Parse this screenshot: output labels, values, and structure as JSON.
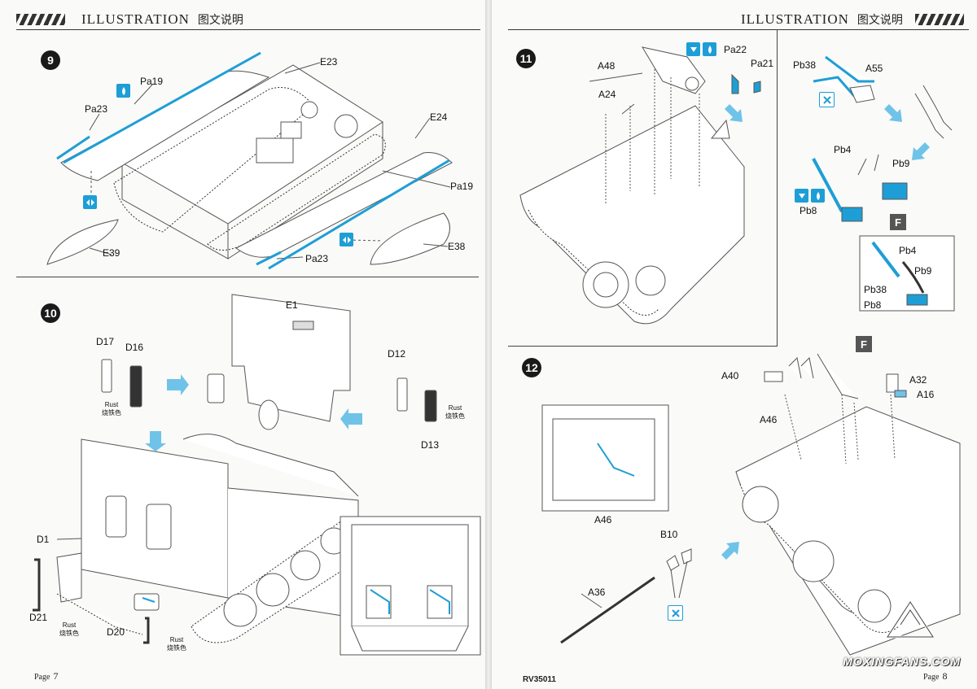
{
  "header": {
    "title": "ILLUSTRATION",
    "title_cn": "图文说明"
  },
  "footer": {
    "page_label": "Page",
    "left_page": "7",
    "right_page": "8",
    "product_code": "RV35011"
  },
  "watermark": "MOXINGFANS.COM",
  "steps": {
    "s9": {
      "number": "9",
      "labels": {
        "pa19_a": "Pa19",
        "pa23_a": "Pa23",
        "e23": "E23",
        "e24": "E24",
        "pa19_b": "Pa19",
        "e39": "E39",
        "e38": "E38",
        "pa23_b": "Pa23"
      }
    },
    "s10": {
      "number": "10",
      "labels": {
        "d17": "D17",
        "d16": "D16",
        "e1": "E1",
        "d12": "D12",
        "d13": "D13",
        "d1": "D1",
        "d21": "D21",
        "d20": "D20"
      },
      "rust_en": "Rust",
      "rust_cn": "烧铁色"
    },
    "s11": {
      "number": "11",
      "labels": {
        "a48": "A48",
        "a24": "A24",
        "pa22": "Pa22",
        "pa21": "Pa21",
        "pb38": "Pb38",
        "a55": "A55",
        "pb4": "Pb4",
        "pb9": "Pb9",
        "pb8": "Pb8",
        "f": "F",
        "inset_pb4": "Pb4",
        "inset_pb9": "Pb9",
        "inset_pb38": "Pb38",
        "inset_pb8": "Pb8"
      }
    },
    "s12": {
      "number": "12",
      "labels": {
        "f": "F",
        "a40": "A40",
        "a32": "A32",
        "a16": "A16",
        "a46": "A46",
        "inset_a46": "A46",
        "b10": "B10",
        "a36": "A36"
      }
    }
  },
  "colors": {
    "accent": "#1e9ed6",
    "ink": "#1a1a1a",
    "line": "#555555"
  },
  "icons": [
    "fold-icon",
    "cement-icon",
    "bend-icon",
    "cut-icon",
    "arrow-icon"
  ]
}
